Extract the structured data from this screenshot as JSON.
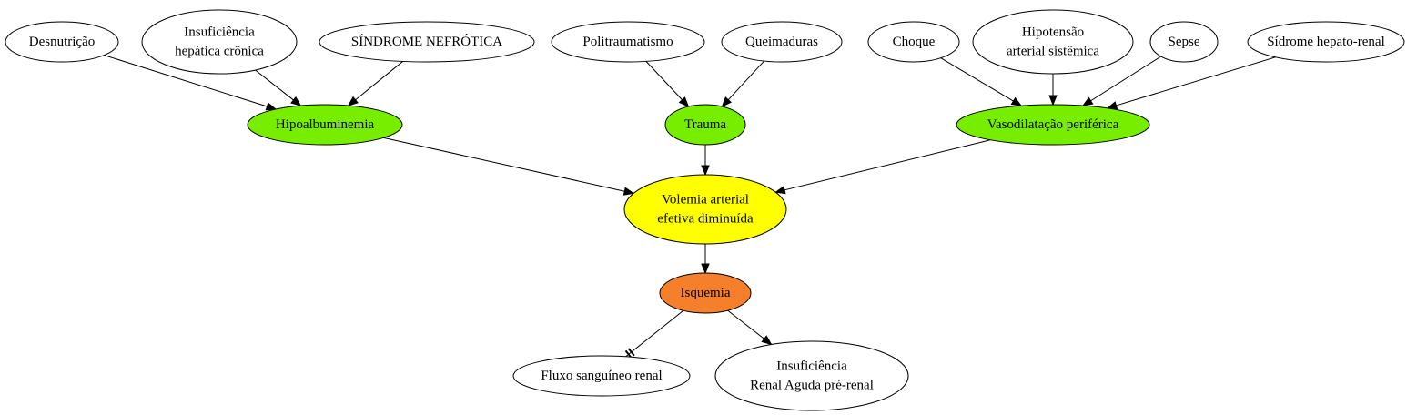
{
  "nodes": {
    "desnutricao": {
      "lines": [
        "Desnutrição"
      ],
      "fill": "#ffffff"
    },
    "insuf_hepatica": {
      "lines": [
        "Insuficiência",
        "hepática crônica"
      ],
      "fill": "#ffffff"
    },
    "sindrome_nefrotica": {
      "lines": [
        "SÍNDROME NEFRÓTICA"
      ],
      "fill": "#ffffff"
    },
    "politraumatismo": {
      "lines": [
        "Politraumatismo"
      ],
      "fill": "#ffffff"
    },
    "queimaduras": {
      "lines": [
        "Queimaduras"
      ],
      "fill": "#ffffff"
    },
    "choque": {
      "lines": [
        "Choque"
      ],
      "fill": "#ffffff"
    },
    "hipotensao": {
      "lines": [
        "Hipotensão",
        "arterial sistêmica"
      ],
      "fill": "#ffffff"
    },
    "sepse": {
      "lines": [
        "Sepse"
      ],
      "fill": "#ffffff"
    },
    "sindrome_hepato_renal": {
      "lines": [
        "Sídrome hepato-renal"
      ],
      "fill": "#ffffff"
    },
    "hipoalbuminemia": {
      "lines": [
        "Hipoalbuminemia"
      ],
      "fill": "#77ee00"
    },
    "trauma": {
      "lines": [
        "Trauma"
      ],
      "fill": "#77ee00"
    },
    "vasodilatacao": {
      "lines": [
        "Vasodilatação periférica"
      ],
      "fill": "#77ee00"
    },
    "volemia": {
      "lines": [
        "Volemia arterial",
        "efetiva diminuída"
      ],
      "fill": "#ffff00"
    },
    "isquemia": {
      "lines": [
        "Isquemia"
      ],
      "fill": "#f57f2b"
    },
    "fluxo": {
      "lines": [
        "Fluxo sanguíneo renal"
      ],
      "fill": "#ffffff"
    },
    "ira": {
      "lines": [
        "Insuficiência",
        "Renal Aguda pré-renal"
      ],
      "fill": "#ffffff"
    }
  },
  "edges": [
    {
      "from": "desnutricao",
      "to": "hipoalbuminemia",
      "head": "arrow"
    },
    {
      "from": "insuf_hepatica",
      "to": "hipoalbuminemia",
      "head": "arrow"
    },
    {
      "from": "sindrome_nefrotica",
      "to": "hipoalbuminemia",
      "head": "arrow"
    },
    {
      "from": "politraumatismo",
      "to": "trauma",
      "head": "arrow"
    },
    {
      "from": "queimaduras",
      "to": "trauma",
      "head": "arrow"
    },
    {
      "from": "choque",
      "to": "vasodilatacao",
      "head": "arrow"
    },
    {
      "from": "hipotensao",
      "to": "vasodilatacao",
      "head": "arrow"
    },
    {
      "from": "sepse",
      "to": "vasodilatacao",
      "head": "arrow"
    },
    {
      "from": "sindrome_hepato_renal",
      "to": "vasodilatacao",
      "head": "arrow"
    },
    {
      "from": "hipoalbuminemia",
      "to": "volemia",
      "head": "arrow"
    },
    {
      "from": "trauma",
      "to": "volemia",
      "head": "arrow"
    },
    {
      "from": "vasodilatacao",
      "to": "volemia",
      "head": "arrow"
    },
    {
      "from": "volemia",
      "to": "isquemia",
      "head": "arrow"
    },
    {
      "from": "isquemia",
      "to": "fluxo",
      "head": "tee"
    },
    {
      "from": "isquemia",
      "to": "ira",
      "head": "arrow"
    }
  ]
}
